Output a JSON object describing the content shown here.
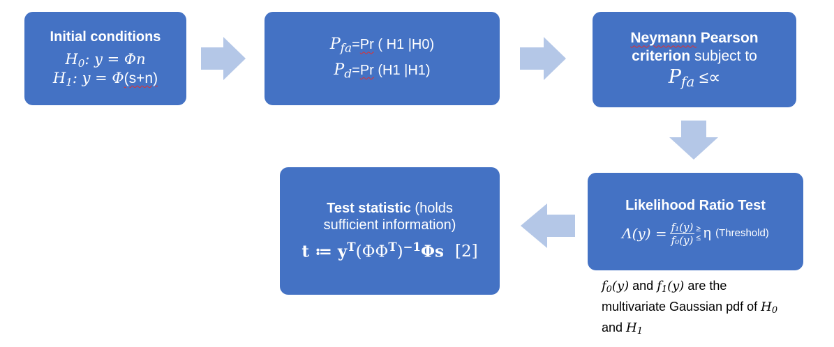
{
  "boxes": {
    "initial": {
      "title": "Initial conditions",
      "h0_sym": "H",
      "h0_sub": "0",
      "h0_expr": ": y = Φn",
      "h1_sym": "H",
      "h1_sub": "1",
      "h1_expr": ": y = Φ",
      "h1_tail": "(s+n)"
    },
    "probabilities": {
      "pfa_sym": "P",
      "pfa_sub": "fa",
      "pfa_eq": "=",
      "pfa_pr": "Pr",
      "pfa_rest": " ( H1 |H0)",
      "pd_sym": "P",
      "pd_sub": "d",
      "pd_eq": "=",
      "pd_pr": "Pr",
      "pd_rest": " (H1 |H1)"
    },
    "neyman": {
      "name_a": "Neymann",
      "name_b": " Pearson",
      "line2_bold": "criterion",
      "line2_rest": " subject to",
      "p_sym": "P",
      "p_sub": "fa",
      "relation": " ≤∝"
    },
    "lrt": {
      "title": "Likelihood Ratio Test",
      "lhs": "Λ(y) =",
      "num": "f₁(y)",
      "den": "f₀(y)",
      "geq": "≥",
      "leq": "≤",
      "eta": "η",
      "threshold": "(Threshold)"
    },
    "test": {
      "title_bold": "Test statistic",
      "title_rest": " (holds",
      "line2": "sufficient information)",
      "formula_lhs": "t ≔ y",
      "sup_t": "T",
      "formula_mid": "(ΦΦ",
      "sup_t2": "T",
      "formula_paren": ")",
      "sup_inv": "−1",
      "formula_end": "Φs",
      "ref": "[2]"
    }
  },
  "note": {
    "f0": "f",
    "f0_sub": "0",
    "f0_arg": "(y)",
    "and": " and ",
    "f1": "f",
    "f1_sub": "1",
    "f1_arg": "(y)",
    "rest1": " are the",
    "line2": "multivariate Gaussian pdf of ",
    "h0": "H",
    "h0_sub": "0",
    "line3": "and ",
    "h1": "H",
    "h1_sub": "1"
  },
  "colors": {
    "box_fill": "#4472c4",
    "arrow_fill": "#b4c7e7",
    "text_on_box": "#ffffff"
  }
}
